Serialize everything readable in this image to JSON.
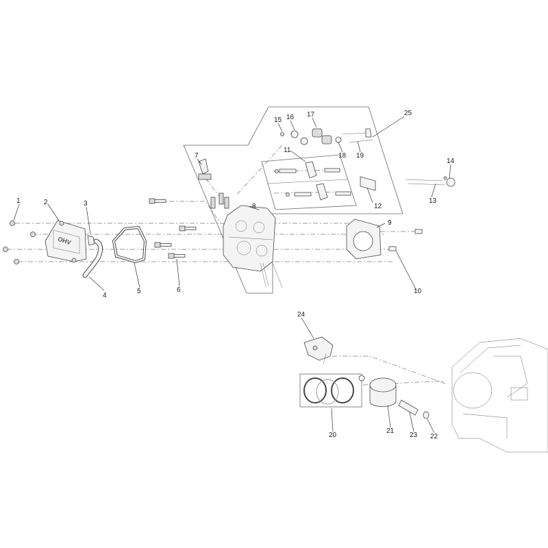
{
  "diagram": {
    "callouts": [
      "1",
      "2",
      "3",
      "4",
      "5",
      "6",
      "7",
      "8",
      "9",
      "10",
      "11",
      "12",
      "13",
      "14",
      "15",
      "16",
      "17",
      "18",
      "19",
      "20",
      "21",
      "22",
      "23",
      "24",
      "25"
    ],
    "cover_text": "OHV"
  }
}
